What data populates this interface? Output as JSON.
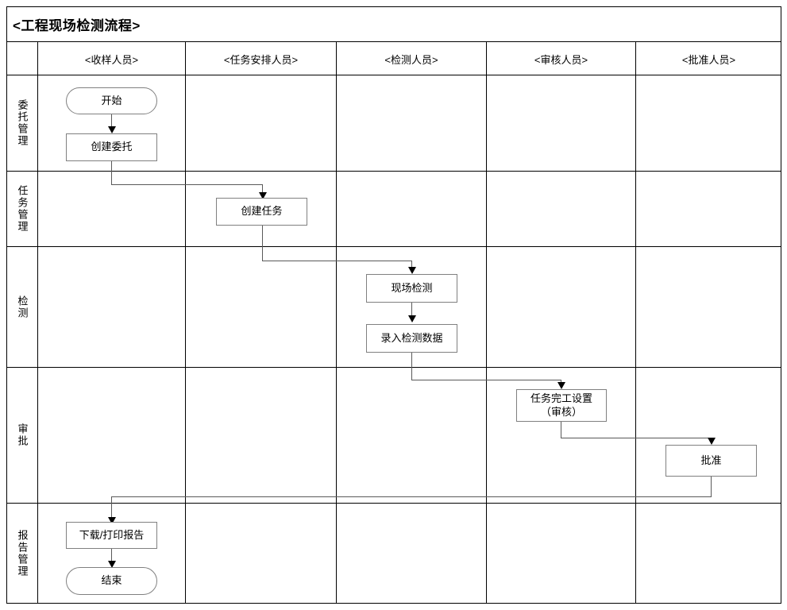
{
  "document": {
    "title": "<工程现场检测流程>"
  },
  "columns": [
    {
      "key": "lane",
      "label": ""
    },
    {
      "key": "sampler",
      "label": "<收样人员>"
    },
    {
      "key": "task_planner",
      "label": "<任务安排人员>"
    },
    {
      "key": "tester",
      "label": "<检测人员>"
    },
    {
      "key": "reviewer",
      "label": "<审核人员>"
    },
    {
      "key": "approver",
      "label": "<批准人员>"
    }
  ],
  "lanes": [
    {
      "key": "entrust",
      "label": "委托管理"
    },
    {
      "key": "task",
      "label": "任务管理"
    },
    {
      "key": "inspect",
      "label": "检测"
    },
    {
      "key": "approval",
      "label": "审批"
    },
    {
      "key": "report",
      "label": "报告管理"
    }
  ],
  "nodes": [
    {
      "id": "start",
      "label": "开始",
      "shape": "terminator",
      "lane": "entrust",
      "column": "sampler"
    },
    {
      "id": "create-order",
      "label": "创建委托",
      "shape": "process",
      "lane": "entrust",
      "column": "sampler"
    },
    {
      "id": "create-task",
      "label": "创建任务",
      "shape": "process",
      "lane": "task",
      "column": "task_planner"
    },
    {
      "id": "site-test",
      "label": "现场检测",
      "shape": "process",
      "lane": "inspect",
      "column": "tester"
    },
    {
      "id": "enter-data",
      "label": "录入检测数据",
      "shape": "process",
      "lane": "inspect",
      "column": "tester"
    },
    {
      "id": "task-finish",
      "label_line1": "任务完工设置",
      "label_line2": "（审核）",
      "shape": "process",
      "lane": "approval",
      "column": "reviewer"
    },
    {
      "id": "approve",
      "label": "批准",
      "shape": "process",
      "lane": "approval",
      "column": "approver"
    },
    {
      "id": "print-report",
      "label": "下载/打印报告",
      "shape": "process",
      "lane": "report",
      "column": "sampler"
    },
    {
      "id": "end",
      "label": "结束",
      "shape": "terminator",
      "lane": "report",
      "column": "sampler"
    }
  ],
  "edges": [
    {
      "from": "start",
      "to": "create-order"
    },
    {
      "from": "create-order",
      "to": "create-task"
    },
    {
      "from": "create-task",
      "to": "site-test"
    },
    {
      "from": "site-test",
      "to": "enter-data"
    },
    {
      "from": "enter-data",
      "to": "task-finish"
    },
    {
      "from": "task-finish",
      "to": "approve"
    },
    {
      "from": "approve",
      "to": "print-report"
    },
    {
      "from": "print-report",
      "to": "end"
    }
  ],
  "colors": {
    "grid_line": "#000000",
    "node_border": "#808080",
    "connector": "#595959",
    "background": "#ffffff",
    "text": "#000000"
  }
}
